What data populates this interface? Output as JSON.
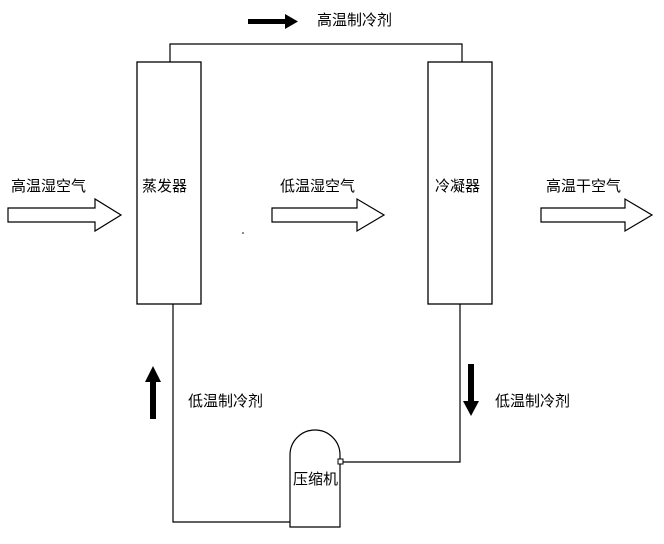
{
  "labels": {
    "top_refrigerant": "高温制冷剂",
    "inlet_air": "高温湿空气",
    "evaporator": "蒸发器",
    "middle_air": "低温湿空气",
    "condenser": "冷凝器",
    "outlet_air": "高温干空气",
    "left_refrigerant": "低温制冷剂",
    "right_refrigerant": "低温制冷剂",
    "compressor": "压缩机"
  },
  "colors": {
    "line": "#000000",
    "background": "#ffffff"
  }
}
